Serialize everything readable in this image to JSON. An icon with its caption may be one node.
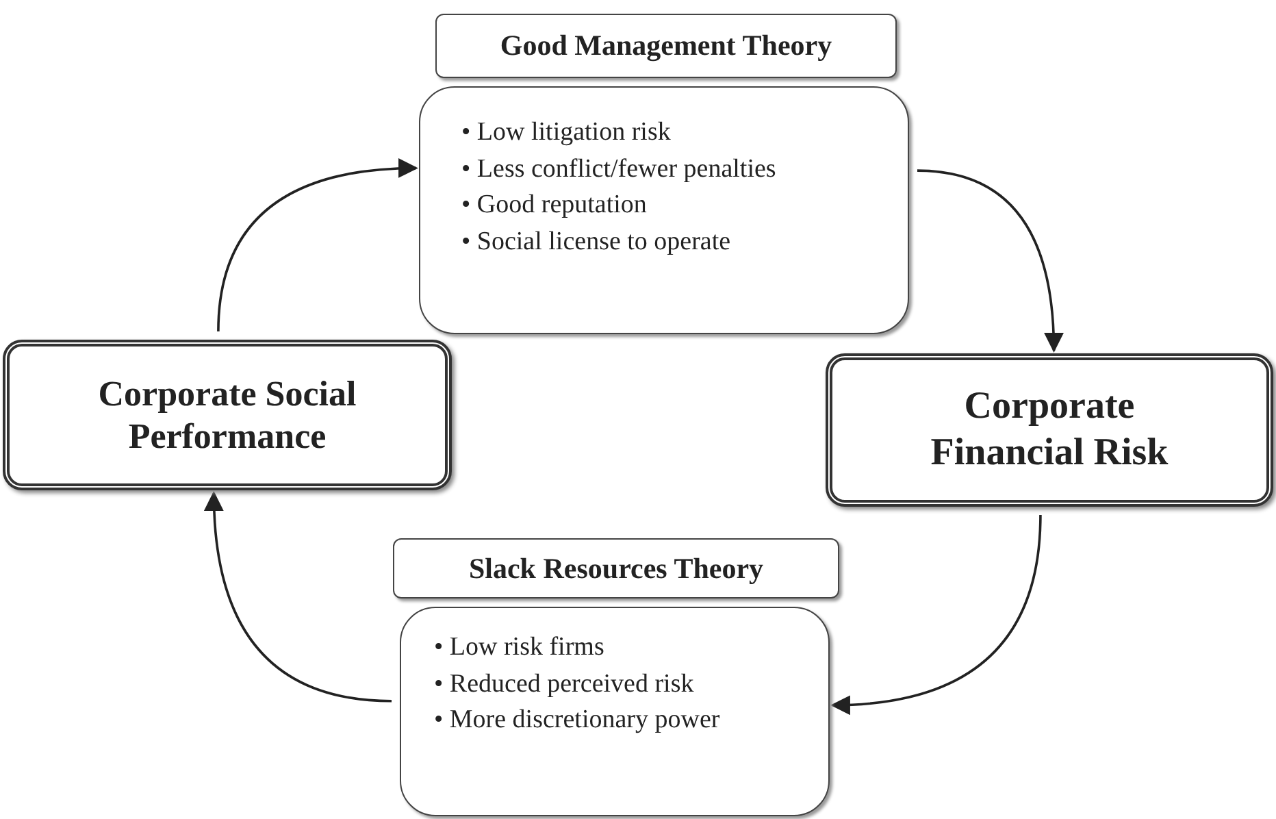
{
  "diagram": {
    "nodes": [
      {
        "text": [
          "Good Management Theory"
        ]
      },
      {
        "text": [
          "• Low litigation risk",
          "• Less conflict/fewer penalties",
          "• Good reputation",
          "• Social license to operate"
        ]
      },
      {
        "text": [
          "Corporate Social Performance"
        ]
      },
      {
        "text": [
          "Corporate Financial Risk"
        ]
      },
      {
        "text": [
          "Slack Resources Theory"
        ]
      },
      {
        "text": [
          "• Low risk firms",
          "• Reduced perceived risk",
          "• More discretionary power"
        ]
      }
    ],
    "edges": [
      {
        "from": 2,
        "to": 1,
        "arrow": "to"
      },
      {
        "from": 1,
        "to": 3,
        "arrow": "to"
      },
      {
        "from": 3,
        "to": 5,
        "arrow": "to"
      },
      {
        "from": 5,
        "to": 2,
        "arrow": "to"
      }
    ]
  }
}
